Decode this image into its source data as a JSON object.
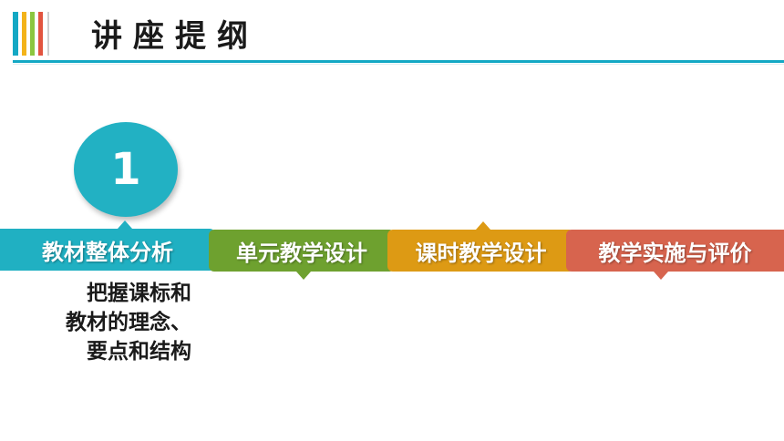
{
  "header": {
    "title": "讲座提纲",
    "bar_colors": [
      "#14a8c4",
      "#f3b31a",
      "#8cc63f",
      "#e2543f"
    ],
    "line_color": "#14a8c4"
  },
  "circle": {
    "number": "1",
    "color": "#22b1c3"
  },
  "steps": [
    {
      "label": "教材整体分析",
      "color": "#20b0c2"
    },
    {
      "label": "单元教学设计",
      "color": "#6ea12f"
    },
    {
      "label": "课时教学设计",
      "color": "#dd9a14"
    },
    {
      "label": "教学实施与评价",
      "color": "#d7644e"
    }
  ],
  "description": {
    "lines": [
      "把握课标和",
      "教材的理念、",
      "要点和结构"
    ]
  }
}
